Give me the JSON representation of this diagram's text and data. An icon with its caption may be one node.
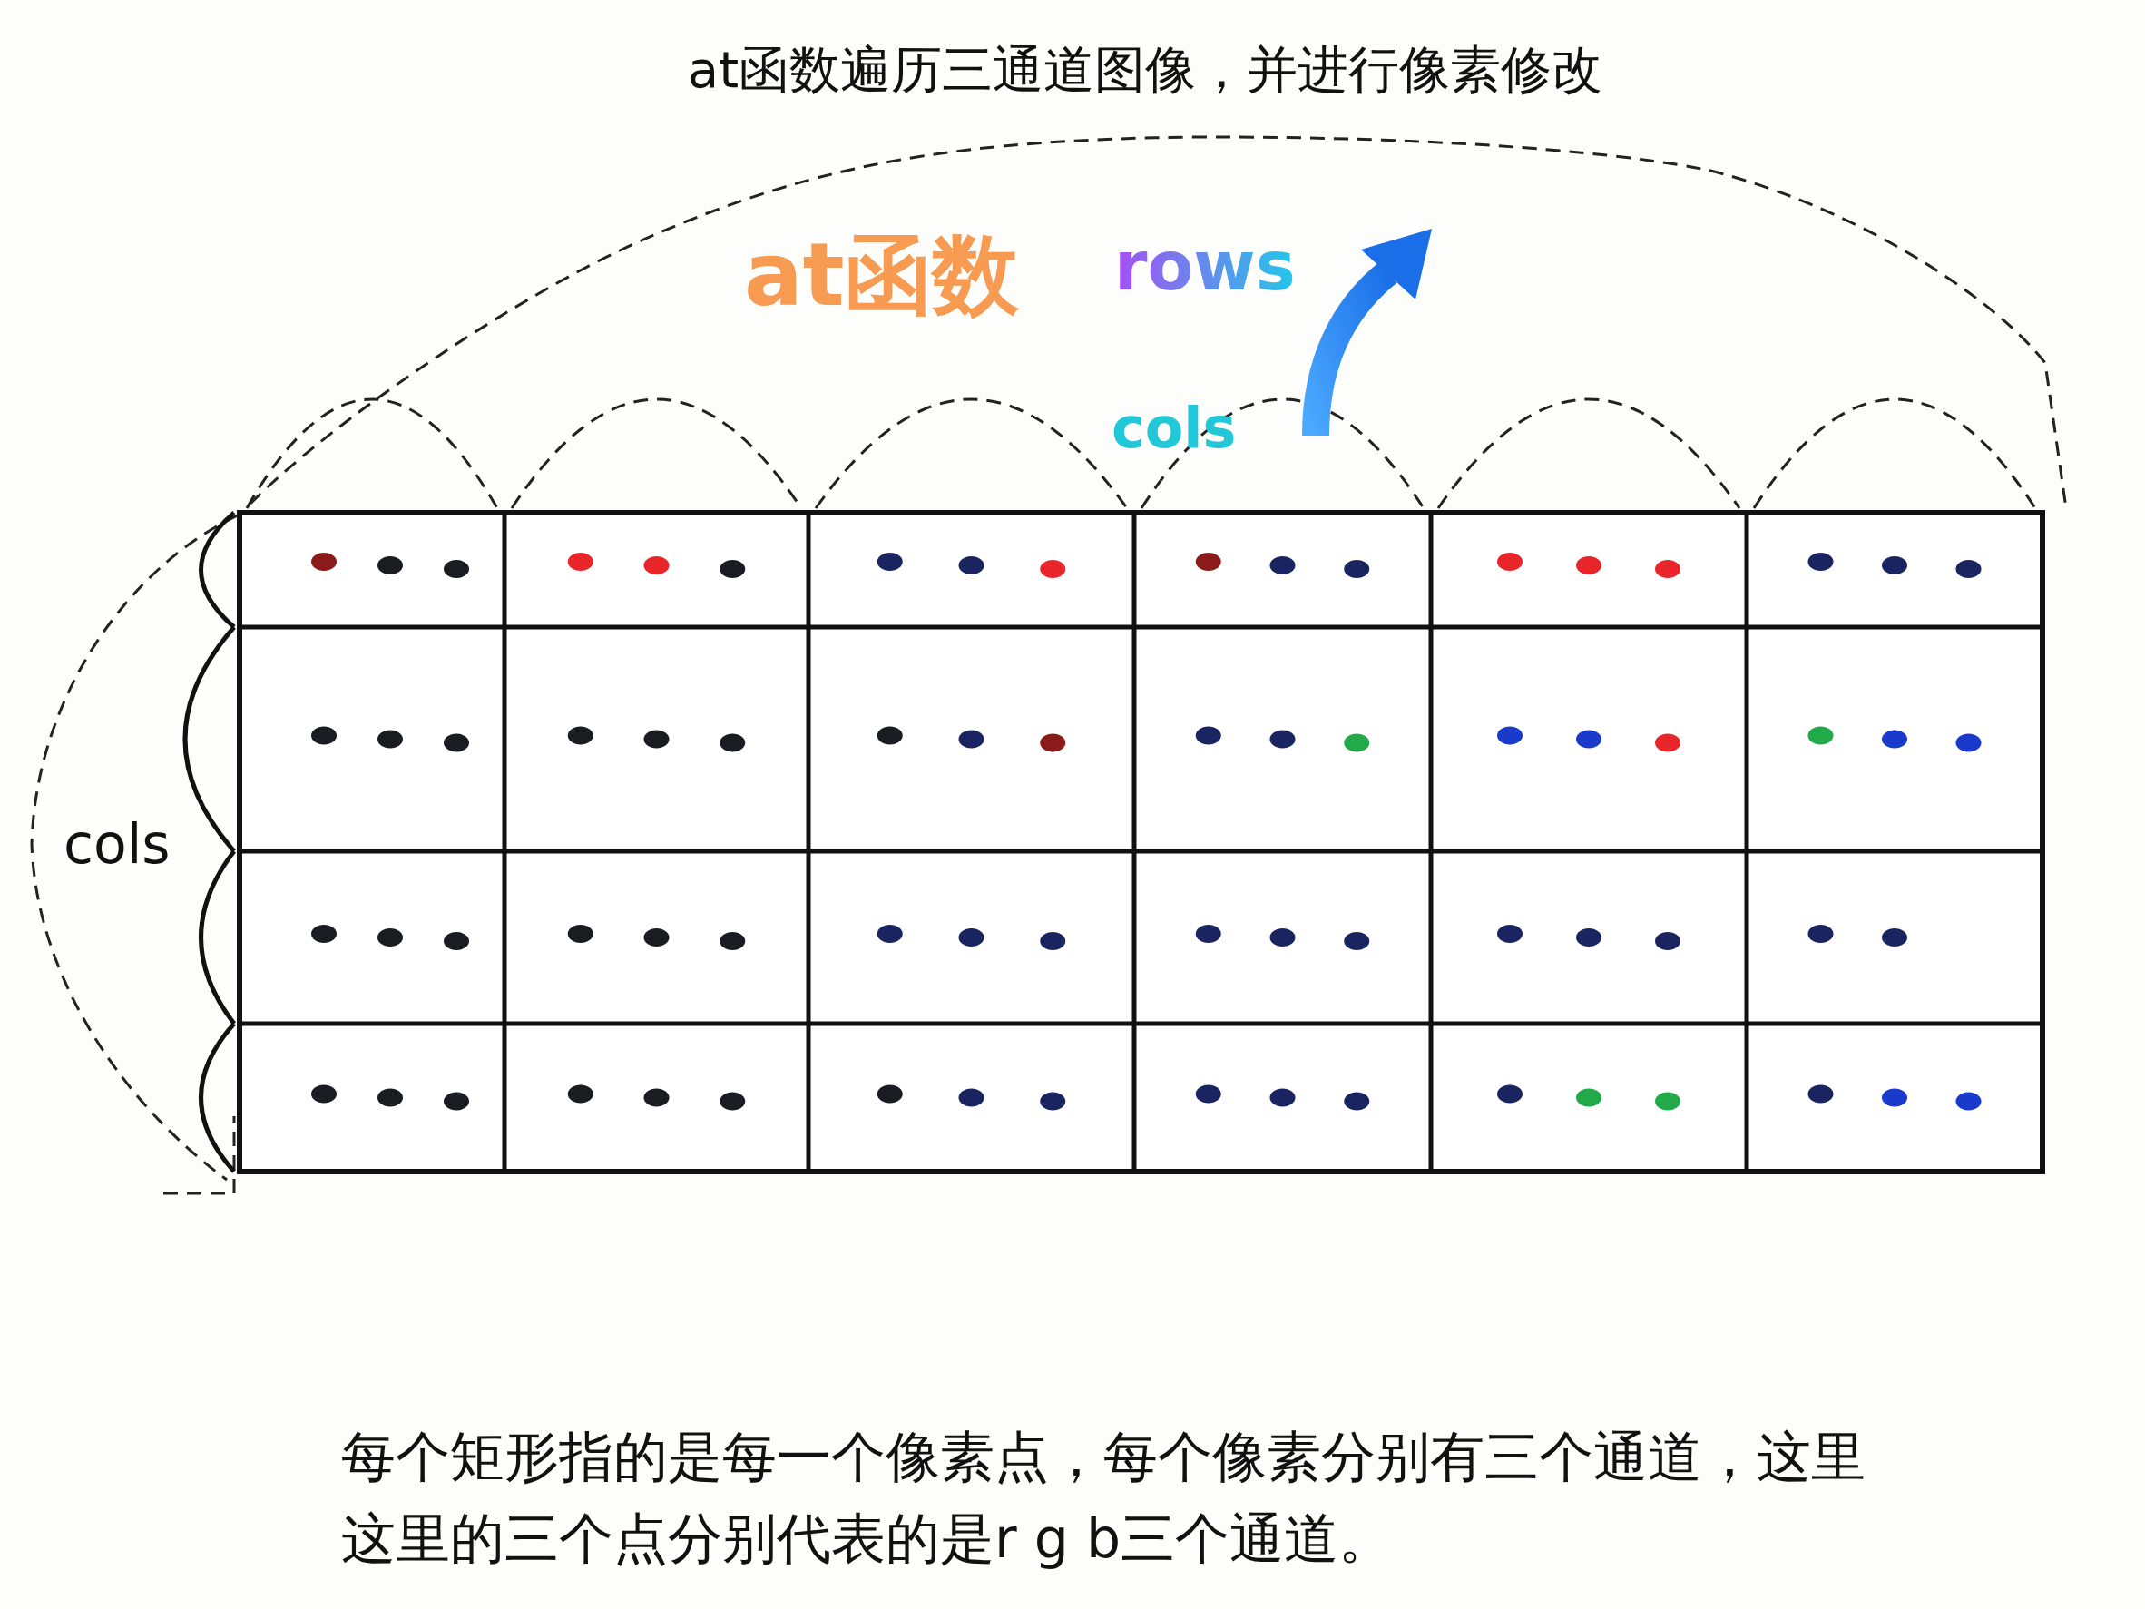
{
  "diagram": {
    "title": "at函数遍历三通道图像，并进行像素修改",
    "caption": "每个矩形指的是每一个像素点，每个像素分别有三个通道，这里这里的三个点分别代表的是r g b三个通道。",
    "labels": [
      "at函数",
      "rows",
      "cols",
      "cols"
    ]
  }
}
